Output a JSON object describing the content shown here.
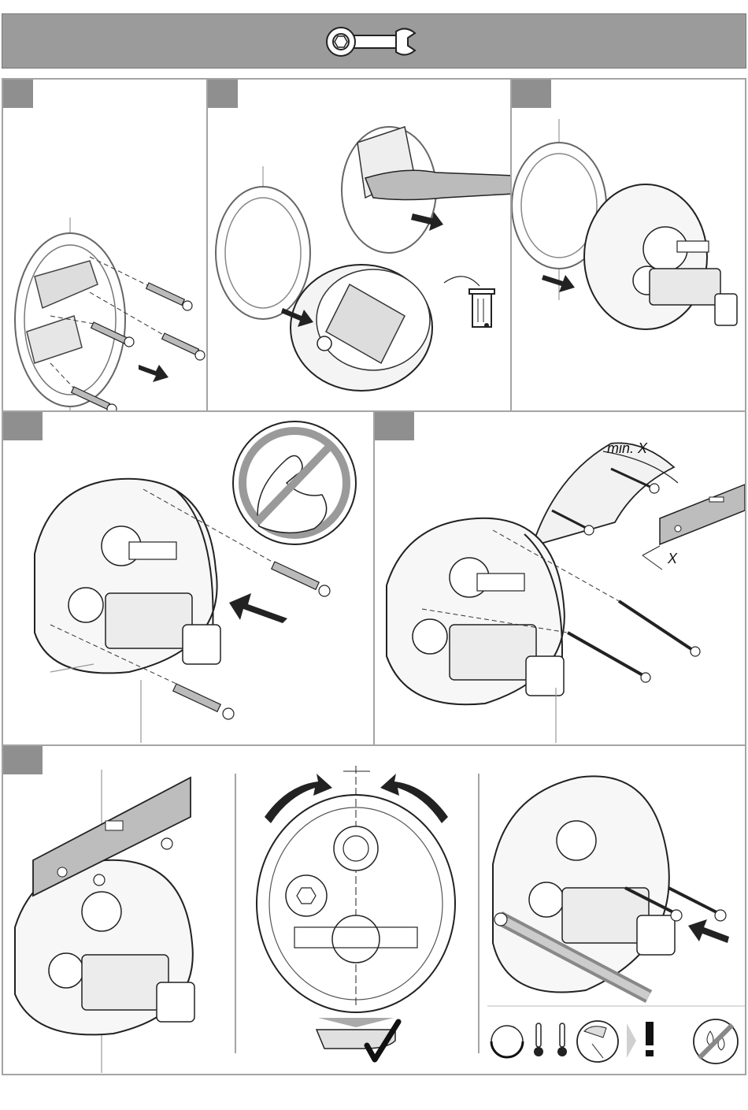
{
  "header": {
    "icon": "wrench-icon"
  },
  "steps": [
    {
      "id": "step-1",
      "tab": ""
    },
    {
      "id": "step-2",
      "tab": ""
    },
    {
      "id": "step-3",
      "tab": ""
    },
    {
      "id": "step-4",
      "tab": ""
    },
    {
      "id": "step-5",
      "tab": ""
    },
    {
      "id": "step-6",
      "tab": ""
    }
  ],
  "labels": {
    "min_x": "min. X",
    "x": "X"
  },
  "icons": {
    "no_force": "no-force-icon",
    "trash": "trash-bin-icon",
    "pliers": "pliers-icon",
    "check": "checkmark-icon",
    "level": "spirit-level-icon",
    "arrow": "push-arrow-icon",
    "thermometer": "thermometer-icon",
    "shower": "shower-head-icon",
    "warning": "exclamation-icon",
    "no_water": "no-water-drops-icon",
    "rotate": "rotation-icon"
  }
}
